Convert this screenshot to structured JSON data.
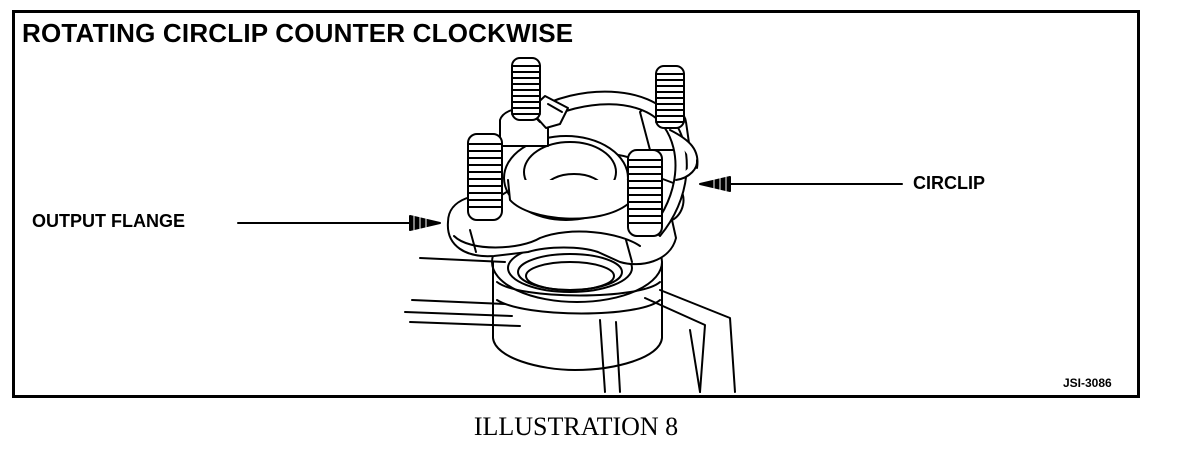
{
  "diagram": {
    "title": "ROTATING CIRCLIP COUNTER CLOCKWISE",
    "labels": {
      "output_flange": "OUTPUT FLANGE",
      "circlip": "CIRCLIP"
    },
    "figure_code": "JSI-3086",
    "caption": "ILLUSTRATION 8"
  }
}
